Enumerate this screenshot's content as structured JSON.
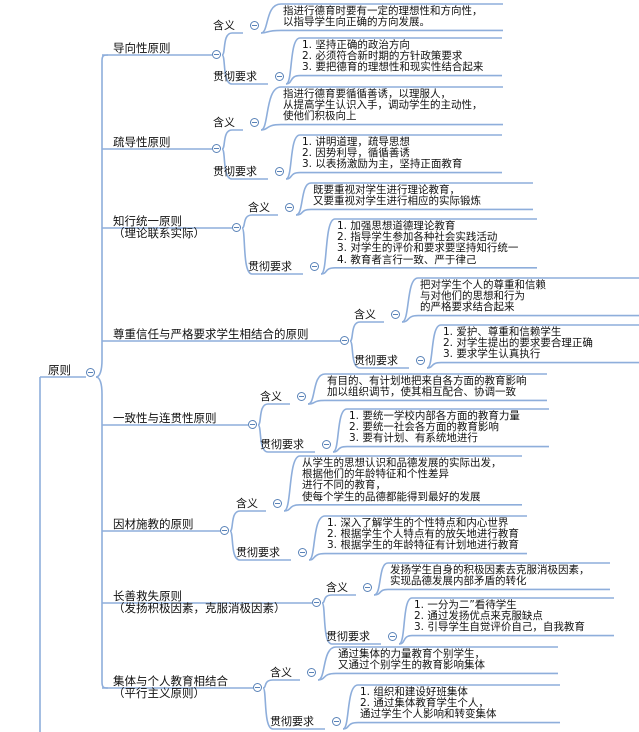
{
  "root": {
    "label": "原则"
  },
  "principles": [
    {
      "title": [
        "导向性原则"
      ],
      "meaning": [
        "指进行德育时要有一定的理想性和方向性，",
        "以指导学生向正确的方向发展。"
      ],
      "implement": [
        "1. 坚持正确的政治方向",
        "2. 必须符合新时期的方针政策要求",
        "3. 要把德育的理想性和现实性结合起来"
      ]
    },
    {
      "title": [
        "疏导性原则"
      ],
      "meaning": [
        "指进行德育要循循善诱，以理服人，",
        "从提高学生认识入手，调动学生的主动性，",
        "使他们积极向上"
      ],
      "implement": [
        "1. 讲明道理，疏导思想",
        "2. 因势利导，循循善诱",
        "3. 以表扬激励为主，坚持正面教育"
      ]
    },
    {
      "title": [
        "知行统一原则",
        "（理论联系实际）"
      ],
      "meaning": [
        "既要重视对学生进行理论教育，",
        "又要重视对学生进行相应的实际锻炼"
      ],
      "implement": [
        "1. 加强思想道德理论教育",
        "2. 指导学生参加各种社会实践活动",
        "3. 对学生的评价和要求要坚持知行统一",
        "4. 教育者言行一致、严于律己"
      ]
    },
    {
      "title": [
        "尊重信任与严格要求学生相结合的原则"
      ],
      "meaning": [
        "把对学生个人的尊重和信赖",
        "与对他们的思想和行为",
        "的严格要求结合起来"
      ],
      "implement": [
        "1. 爱护、尊重和信赖学生",
        "2. 对学生提出的要求要合理正确",
        "3. 要求学生认真执行"
      ]
    },
    {
      "title": [
        "一致性与连贯性原则"
      ],
      "meaning": [
        "有目的、有计划地把来自各方面的教育影响",
        "加以组织调节，使其相互配合、协调一致"
      ],
      "implement": [
        "1. 要统一学校内部各方面的教育力量",
        "2. 要统一社会各方面的教育影响",
        "3. 要有计划、有系统地进行"
      ]
    },
    {
      "title": [
        "因材施教的原则"
      ],
      "meaning": [
        "从学生的思想认识和品德发展的实际出发，",
        "根据他们的年龄特征和个性差异",
        "进行不同的教育，",
        "使每个学生的品德都能得到最好的发展"
      ],
      "implement": [
        "1. 深入了解学生的个性特点和内心世界",
        "2. 根据学生个人特点有的放矢地进行教育",
        "3. 根据学生的年龄特征有计划地进行教育"
      ]
    },
    {
      "title": [
        "长善救失原则",
        "（发扬积极因素，克服消极因素）"
      ],
      "meaning": [
        "发扬学生自身的积极因素去克服消极因素，",
        "实现品德发展内部矛盾的转化"
      ],
      "implement": [
        "1. 一分为二”看待学生",
        "2. 通过发扬优点来克服缺点",
        "3. 引导学生自觉评价自己，自我教育"
      ]
    },
    {
      "title": [
        "集体与个人教育相结合",
        "（平行主义原则）"
      ],
      "meaning": [
        "通过集体的力量教育个别学生，",
        "又通过个别学生的教育影响集体"
      ],
      "implement": [
        "1. 组织和建设好班集体",
        "2. 通过集体教育学生个人，",
        "通过学生个人影响和转变集体"
      ]
    }
  ],
  "labels": {
    "meaning": "含义",
    "implement": "贯彻要求"
  },
  "colors": {
    "line": "#8eaedb",
    "icon": "#5a83b8",
    "text": "#111111"
  },
  "icons": {
    "collapse": "circle-minus-icon"
  }
}
